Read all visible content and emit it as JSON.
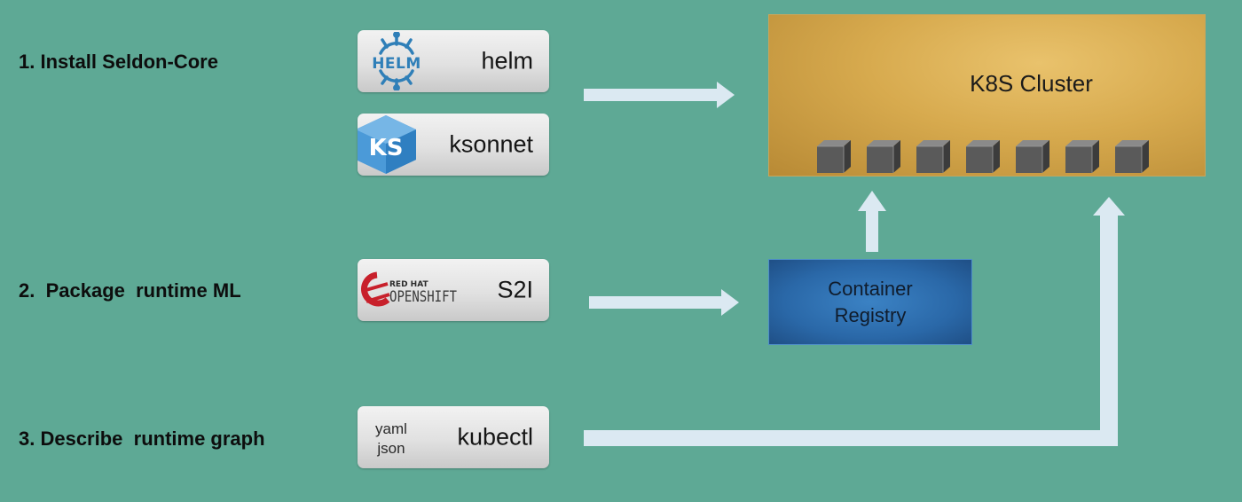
{
  "steps": [
    {
      "label": "1. Install Seldon-Core"
    },
    {
      "label": "2.  Package  runtime ML"
    },
    {
      "label": "3. Describe  runtime graph"
    }
  ],
  "tools": {
    "helm": {
      "logo_text": "HELM",
      "name": "helm",
      "logo_icon": "helm-wheel-icon"
    },
    "ksonnet": {
      "logo_text": "KS",
      "name": "ksonnet",
      "logo_icon": "ksonnet-logo-icon"
    },
    "s2i": {
      "logo_line1": "RED HAT",
      "logo_line2": "OPENSHIFT",
      "name": "S2I",
      "logo_icon": "openshift-logo-icon"
    },
    "kubectl": {
      "format1": "yaml",
      "format2": "json",
      "name": "kubectl"
    }
  },
  "cluster": {
    "title": "K8S Cluster",
    "node_count": 7
  },
  "registry": {
    "line1": "Container",
    "line2": "Registry"
  },
  "colors": {
    "background": "#5ea995",
    "arrow": "#dbe9f2",
    "cluster": "#d7aa4e",
    "registry": "#2a68a8",
    "helm_blue": "#2f7fb8",
    "openshift_red": "#c8202b"
  }
}
